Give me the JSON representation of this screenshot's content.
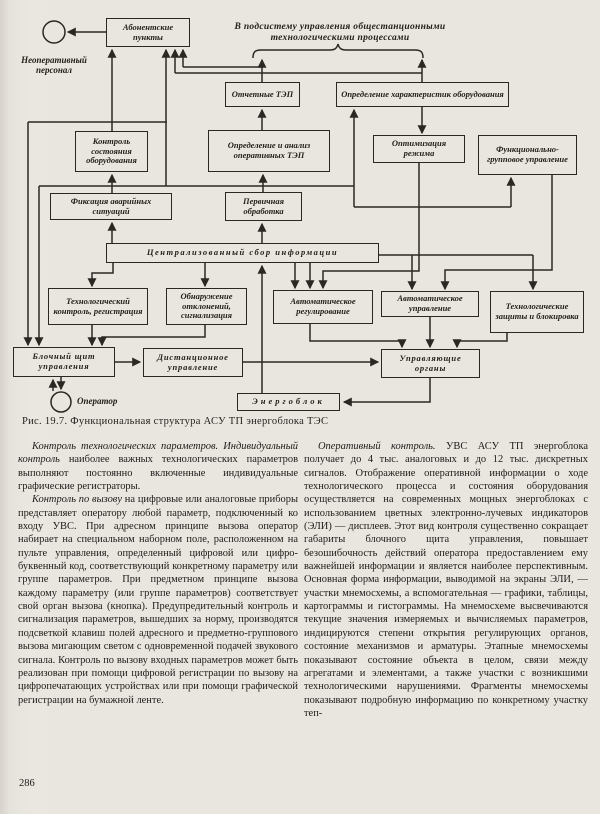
{
  "figure": {
    "top_note": {
      "line1": "В подсистему управления общестанционными",
      "line2": "технологическими процессами"
    },
    "caption": "Рис. 19.7. Функциональная структура АСУ ТП энергоблока ТЭС",
    "actors": {
      "non_operational": "Неоперативный персонал",
      "operator": "Оператор"
    },
    "boxes": {
      "subscriber_points": "Абонентские пункты",
      "reporting_tep": "Отчетные ТЭП",
      "equipment_characteristics": "Определение характеристик оборудования",
      "equipment_condition_control": "Контроль состояния оборудования",
      "operational_tep_analysis": "Определение и анализ оперативных ТЭП",
      "mode_optimization": "Оптимизация режима",
      "functional_group_control": "Функционально-групповое управление",
      "emergency_recording": "Фиксация аварийных ситуаций",
      "primary_processing": "Первичная обработка",
      "centralized_collection": "Централизованный сбор информации",
      "technological_control_registration": "Технологический контроль, регистрация",
      "deviation_detection": "Обнаружение отклонений, сигнализация",
      "automatic_regulation": "Автоматическое регулирование",
      "automatic_control": "Автоматическое управление",
      "technological_protections": "Технологические защиты и блокировка",
      "block_control_panel": "Блочный щит управления",
      "remote_control": "Дистанционное управление",
      "control_organs": "Управляющие органы",
      "power_unit": "Энергоблок"
    }
  },
  "article": {
    "left_column": {
      "p1": {
        "lead": "Контроль технологических параметров.",
        "lead2": "Индивидуальный контроль",
        "body": "наиболее важных технологических параметров выполняют постоянно включенные индивидуальные графические регистраторы."
      },
      "p2": {
        "lead": "Контроль по вызову",
        "body": "на цифровые или аналоговые приборы представляет оператору любой параметр, подключенный ко входу УВС. При адресном принципе вызова оператор набирает на специальном наборном поле, расположенном на пульте управления, определенный цифровой или цифро-буквенный код, соответствующий конкретному параметру или группе параметров. При предметном принципе вызова каждому параметру (или группе параметров) соответствует свой орган вызова (кнопка). Предупредительный контроль и сигнализация параметров, вышедших за норму, производятся подсветкой клавиш полей адресного и предметно-группового вызова мигающим светом с одновременной подачей звукового сигнала. Контроль по вызову входных параметров может быть реализован при помощи цифровой регистрации по вызову на цифропечатающих устройствах или при помощи графической регистрации на бумажной ленте."
      }
    },
    "right_column": {
      "p1": {
        "lead": "Оперативный контроль.",
        "body": "УВС АСУ ТП энергоблока получает до 4 тыс. аналоговых и до 12 тыс. дискретных сигналов. Отображение оперативной информации о ходе технологического процесса и состояния оборудования осуществляется на современных мощных энергоблоках с использованием цветных электронно-лучевых индикаторов (ЭЛИ) — дисплеев. Этот вид контроля существенно сокращает габариты блочного щита управления, повышает безошибочность действий оператора предоставлением ему важнейшей информации и является наиболее перспективным. Основная форма информации, выводимой на экраны ЭЛИ, — участки мнемосхемы, а вспомогательная — графики, таблицы, картограммы и гистограммы. На мнемосхеме высвечиваются текущие значения измеряемых и вычисляемых параметров, индицируются степени открытия регулирующих органов, состояние механизмов и арматуры. Этапные мнемосхемы показывают состояние объекта в целом, связи между агрегатами и элементами, а также участки с возникшими технологическими нарушениями. Фрагменты мнемосхемы показывают подробную информацию по конкретному участку теп-"
      }
    }
  },
  "page_number": "286"
}
